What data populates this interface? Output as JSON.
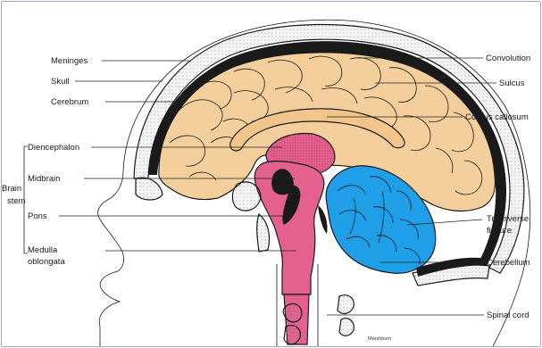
{
  "labels": {
    "meninges": "Meninges",
    "skull": "Skull",
    "cerebrum": "Cerebrum",
    "diencephalon": "Diencephalon",
    "midbrain": "Midbrain",
    "pons": "Pons",
    "medulla_line1": "Medulla",
    "medulla_line2": "oblongata",
    "brain_stem_line1": "Brain",
    "brain_stem_line2": "stem",
    "convolution": "Convolution",
    "sulcus": "Sulcus",
    "corpus_callosum": "Corpus callosum",
    "transverse_fissure_line1": "Transverse",
    "transverse_fissure_line2": "fissure",
    "cerebellum": "Cerebellum",
    "spinal_cord": "Spinal cord"
  },
  "credit": "Marshburn",
  "colors": {
    "cerebrum": "#f5cf9b",
    "brain_stem": "#e4608f",
    "cerebellum": "#1f9fe8",
    "skull": "#ffffff",
    "meninges": "#1a1a1a"
  }
}
